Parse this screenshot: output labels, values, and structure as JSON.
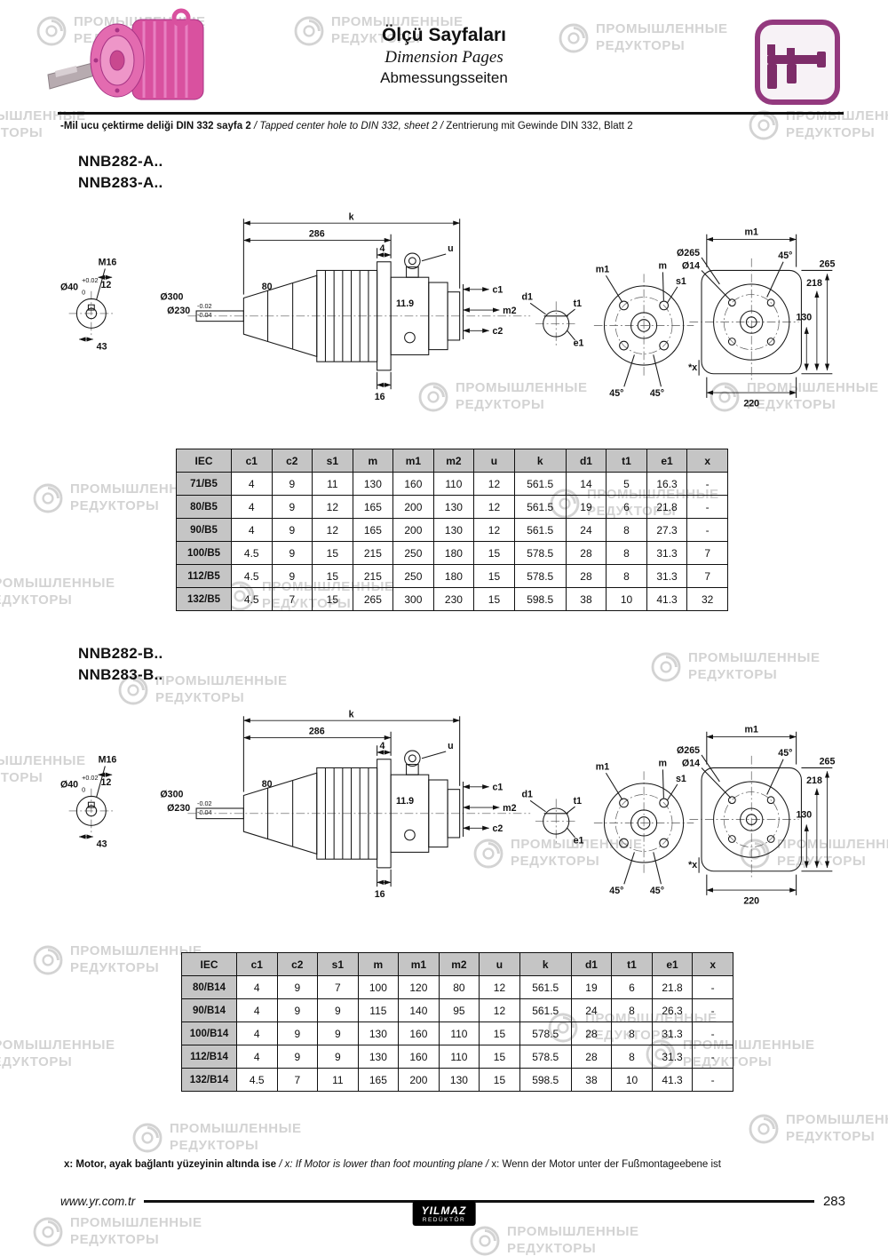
{
  "page": {
    "number": "283",
    "website": "www.yr.com.tr",
    "watermark_line1": "ПРОМЫШЛЕННЫЕ",
    "watermark_line2": "РЕДУКТОРЫ"
  },
  "header": {
    "title_tr": "Ölçü Sayfaları",
    "title_en": "Dimension Pages",
    "title_de": "Abmessungsseiten"
  },
  "note": {
    "tr": "-Mil ucu çektirme deliği DIN 332 sayfa 2",
    "sep": "/",
    "en": "Tapped center hole to DIN 332, sheet 2",
    "de": "Zentrierung mit Gewinde DIN 332, Blatt 2"
  },
  "section_a": {
    "model1": "NNB282-A..",
    "model2": "NNB283-A.."
  },
  "section_b": {
    "model1": "NNB282-B..",
    "model2": "NNB283-B.."
  },
  "drawing": {
    "k": "k",
    "len286": "286",
    "len4": "4",
    "len80": "80",
    "dia300": "Ø300",
    "dia230": "Ø230",
    "tol_upper": "-0.02",
    "tol_lower": "-0.04",
    "len119": "11.9",
    "len16": "16",
    "m16": "M16",
    "dia40": "Ø40",
    "tol40_upper": "+0.02",
    "tol40_lower": "0",
    "len12": "12",
    "len43": "43",
    "u": "u",
    "c1": "c1",
    "m2": "m2",
    "c2": "c2",
    "d1": "d1",
    "t1": "t1",
    "e1": "e1",
    "m1": "m1",
    "m": "m",
    "s1": "s1",
    "deg45": "45°",
    "dia265": "Ø265",
    "dia14": "Ø14",
    "h265": "265",
    "h218": "218",
    "h130": "130",
    "w220": "220",
    "x_label": "*x"
  },
  "tables": {
    "a": {
      "headers": [
        "IEC",
        "c1",
        "c2",
        "s1",
        "m",
        "m1",
        "m2",
        "u",
        "k",
        "d1",
        "t1",
        "e1",
        "x"
      ],
      "rows": [
        [
          "71/B5",
          "4",
          "9",
          "11",
          "130",
          "160",
          "110",
          "12",
          "561.5",
          "14",
          "5",
          "16.3",
          "-"
        ],
        [
          "80/B5",
          "4",
          "9",
          "12",
          "165",
          "200",
          "130",
          "12",
          "561.5",
          "19",
          "6",
          "21.8",
          "-"
        ],
        [
          "90/B5",
          "4",
          "9",
          "12",
          "165",
          "200",
          "130",
          "12",
          "561.5",
          "24",
          "8",
          "27.3",
          "-"
        ],
        [
          "100/B5",
          "4.5",
          "9",
          "15",
          "215",
          "250",
          "180",
          "15",
          "578.5",
          "28",
          "8",
          "31.3",
          "7"
        ],
        [
          "112/B5",
          "4.5",
          "9",
          "15",
          "215",
          "250",
          "180",
          "15",
          "578.5",
          "28",
          "8",
          "31.3",
          "7"
        ],
        [
          "132/B5",
          "4.5",
          "7",
          "15",
          "265",
          "300",
          "230",
          "15",
          "598.5",
          "38",
          "10",
          "41.3",
          "32"
        ]
      ]
    },
    "b": {
      "headers": [
        "IEC",
        "c1",
        "c2",
        "s1",
        "m",
        "m1",
        "m2",
        "u",
        "k",
        "d1",
        "t1",
        "e1",
        "x"
      ],
      "rows": [
        [
          "80/B14",
          "4",
          "9",
          "7",
          "100",
          "120",
          "80",
          "12",
          "561.5",
          "19",
          "6",
          "21.8",
          "-"
        ],
        [
          "90/B14",
          "4",
          "9",
          "9",
          "115",
          "140",
          "95",
          "12",
          "561.5",
          "24",
          "8",
          "26.3",
          "-"
        ],
        [
          "100/B14",
          "4",
          "9",
          "9",
          "130",
          "160",
          "110",
          "15",
          "578.5",
          "28",
          "8",
          "31.3",
          "-"
        ],
        [
          "112/B14",
          "4",
          "9",
          "9",
          "130",
          "160",
          "110",
          "15",
          "578.5",
          "28",
          "8",
          "31.3",
          "-"
        ],
        [
          "132/B14",
          "4.5",
          "7",
          "11",
          "165",
          "200",
          "130",
          "15",
          "598.5",
          "38",
          "10",
          "41.3",
          "-"
        ]
      ]
    }
  },
  "footnote": {
    "tr": "x: Motor, ayak bağlantı yüzeyinin altında ise",
    "sep": "/",
    "en": "x: If Motor is lower than foot mounting plane",
    "de": "x: Wenn der Motor unter der Fußmontageebene ist"
  },
  "logo": {
    "line1": "YILMAZ",
    "line2": "REDÜKTÖR"
  },
  "watermarks": {
    "positions": [
      [
        40,
        16
      ],
      [
        330,
        16
      ],
      [
        628,
        24
      ],
      [
        -95,
        122
      ],
      [
        842,
        122
      ],
      [
        470,
        428
      ],
      [
        798,
        428
      ],
      [
        36,
        542
      ],
      [
        618,
        548
      ],
      [
        -62,
        648
      ],
      [
        252,
        652
      ],
      [
        732,
        732
      ],
      [
        132,
        758
      ],
      [
        -95,
        848
      ],
      [
        532,
        942
      ],
      [
        832,
        942
      ],
      [
        36,
        1062
      ],
      [
        616,
        1138
      ],
      [
        -62,
        1168
      ],
      [
        726,
        1168
      ],
      [
        148,
        1262
      ],
      [
        842,
        1252
      ],
      [
        36,
        1368
      ],
      [
        528,
        1378
      ]
    ]
  }
}
